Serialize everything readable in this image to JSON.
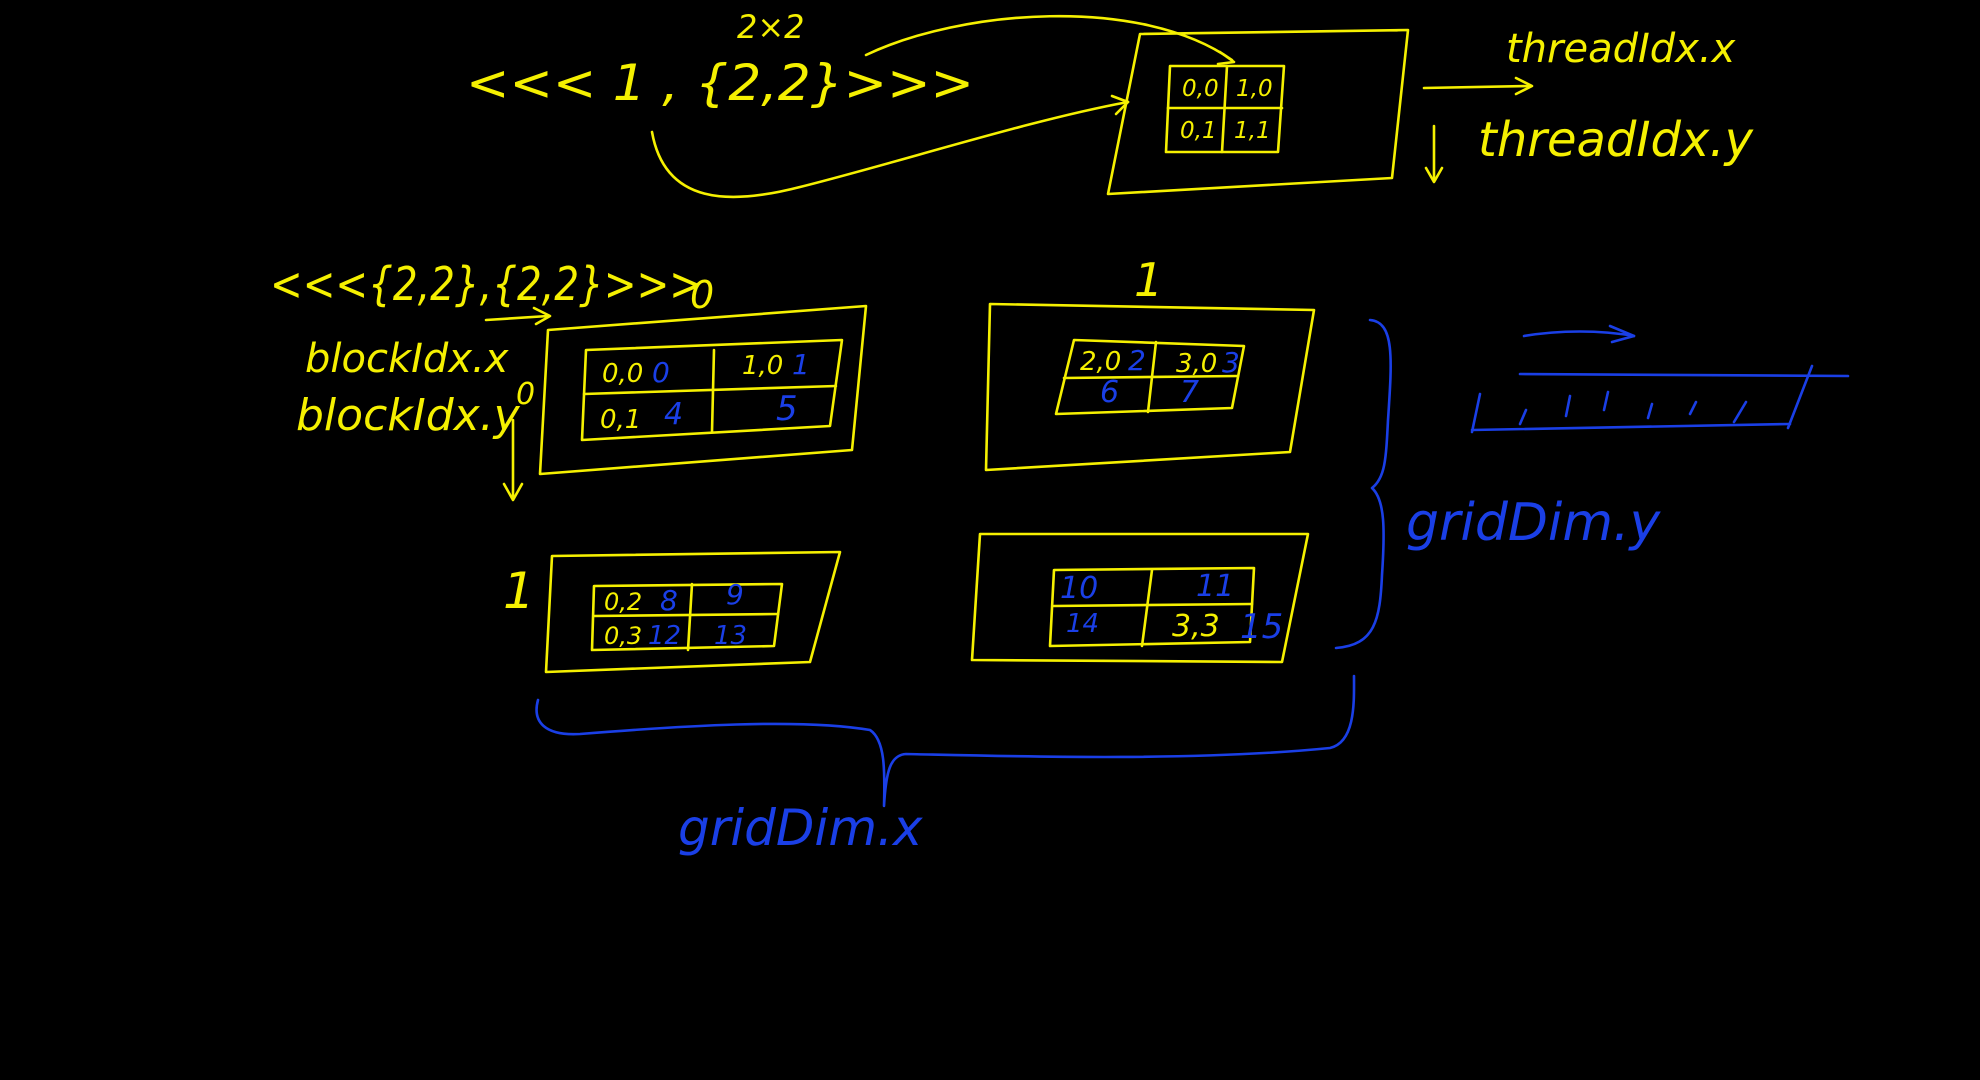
{
  "colors": {
    "background": "#000000",
    "yellow": "#f5f000",
    "blue": "#1a3fe6"
  },
  "top": {
    "size_label": "2×2",
    "launch": "<<< 1 , {2,2}>>>",
    "block_cells": [
      "0,0",
      "1,0",
      "0,1",
      "1,1"
    ],
    "thread_x_label": "threadIdx.x",
    "thread_y_label": "threadIdx.y"
  },
  "grid": {
    "launch": "<<<{2,2},{2,2}>>>",
    "col_labels": [
      "0",
      "1"
    ],
    "row_labels": [
      "0",
      "1"
    ],
    "block_idx_x_label": "blockIdx.x",
    "block_idx_y_label": "blockIdx.y",
    "blocks": [
      {
        "cells": [
          {
            "coord": "0,0",
            "idx": "0"
          },
          {
            "coord": "1,0",
            "idx": "1"
          },
          {
            "coord": "0,1",
            "idx": "4"
          },
          {
            "coord": "",
            "idx": "5"
          }
        ]
      },
      {
        "cells": [
          {
            "coord": "2,0",
            "idx": "2"
          },
          {
            "coord": "3,0",
            "idx": "3"
          },
          {
            "coord": "",
            "idx": "6"
          },
          {
            "coord": "",
            "idx": "7"
          }
        ]
      },
      {
        "cells": [
          {
            "coord": "0,2",
            "idx": "8"
          },
          {
            "coord": "",
            "idx": "9"
          },
          {
            "coord": "0,3",
            "idx": "12"
          },
          {
            "coord": "",
            "idx": "13"
          }
        ]
      },
      {
        "cells": [
          {
            "coord": "",
            "idx": "10"
          },
          {
            "coord": "",
            "idx": "11"
          },
          {
            "coord": "",
            "idx": "14"
          },
          {
            "coord": "3,3",
            "idx": "15"
          }
        ]
      }
    ],
    "grid_dim_x_label": "gridDim.x",
    "grid_dim_y_label": "gridDim.y"
  }
}
